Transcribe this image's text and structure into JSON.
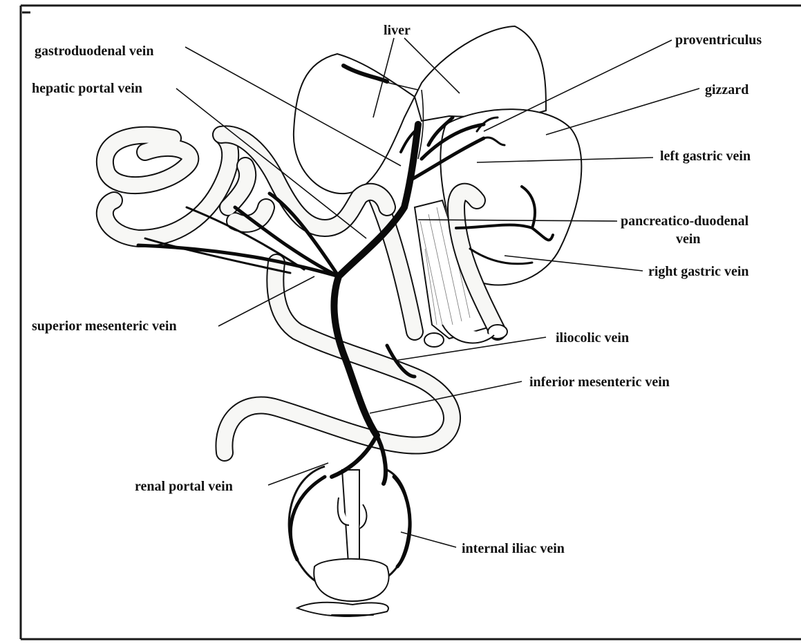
{
  "labels": {
    "liver": "liver",
    "gastroduodenal_vein": "gastroduodenal vein",
    "hepatic_portal_vein": "hepatic portal vein",
    "proventriculus": "proventriculus",
    "gizzard": "gizzard",
    "left_gastric_vein": "left gastric vein",
    "pancreatico_duodenal_vein_line1": "pancreatico-duodenal",
    "pancreatico_duodenal_vein_line2": "vein",
    "right_gastric_vein": "right gastric  vein",
    "superior_mesenteric_vein": "superior mesenteric  vein",
    "iliocolic_vein": "iliocolic vein",
    "inferior_mesenteric_vein": "inferior mesenteric vein",
    "renal_portal_vein": "renal portal vein",
    "internal_iliac_vein": "internal  iliac  vein"
  }
}
